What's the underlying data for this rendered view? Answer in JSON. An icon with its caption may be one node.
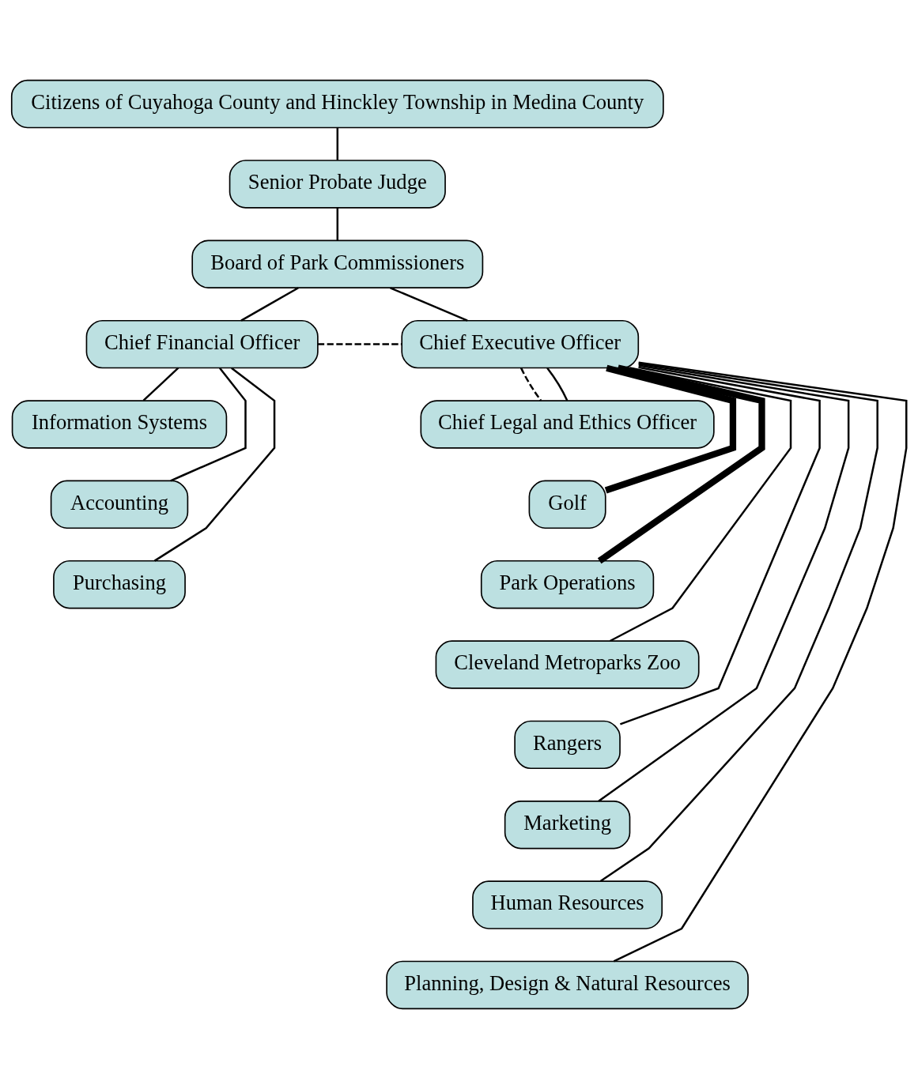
{
  "diagram": {
    "nodes": [
      {
        "text": [
          "Citizens of Cuyahoga County and Hinckley Township in Medina County"
        ]
      },
      {
        "text": [
          "Senior Probate Judge"
        ]
      },
      {
        "text": [
          "Board of Park Commissioners"
        ]
      },
      {
        "text": [
          "Chief Financial Officer"
        ]
      },
      {
        "text": [
          "Chief Executive Officer"
        ]
      },
      {
        "text": [
          "Chief Legal and Ethics Officer"
        ]
      },
      {
        "text": [
          "Information Systems"
        ]
      },
      {
        "text": [
          "Golf"
        ]
      },
      {
        "text": [
          "Accounting"
        ]
      },
      {
        "text": [
          "Park Operations"
        ]
      },
      {
        "text": [
          "Purchasing"
        ]
      },
      {
        "text": [
          "Cleveland Metroparks Zoo"
        ]
      },
      {
        "text": [
          "Rangers"
        ]
      },
      {
        "text": [
          "Marketing"
        ]
      },
      {
        "text": [
          "Human Resources"
        ]
      },
      {
        "text": [
          "Planning, Design & Natural Resources"
        ]
      }
    ],
    "edges": [
      {
        "from": 0,
        "to": 1,
        "arrow": "none"
      },
      {
        "from": 1,
        "to": 2,
        "arrow": "none"
      },
      {
        "from": 2,
        "to": 3,
        "arrow": "none"
      },
      {
        "from": 2,
        "to": 4,
        "arrow": "none"
      },
      {
        "from": 3,
        "to": 4,
        "arrow": "none",
        "style": "dashed"
      },
      {
        "from": 4,
        "to": 5,
        "arrow": "none",
        "style": "dashed"
      },
      {
        "from": 4,
        "to": 5,
        "arrow": "none"
      },
      {
        "from": 3,
        "to": 6,
        "arrow": "none"
      },
      {
        "from": 3,
        "to": 8,
        "arrow": "none"
      },
      {
        "from": 3,
        "to": 10,
        "arrow": "none"
      },
      {
        "from": 4,
        "to": 7,
        "arrow": "none",
        "style": "thick"
      },
      {
        "from": 4,
        "to": 9,
        "arrow": "none",
        "style": "thick"
      },
      {
        "from": 4,
        "to": 11,
        "arrow": "none"
      },
      {
        "from": 4,
        "to": 12,
        "arrow": "none"
      },
      {
        "from": 4,
        "to": 13,
        "arrow": "none"
      },
      {
        "from": 4,
        "to": 14,
        "arrow": "none"
      },
      {
        "from": 4,
        "to": 15,
        "arrow": "none"
      }
    ]
  }
}
